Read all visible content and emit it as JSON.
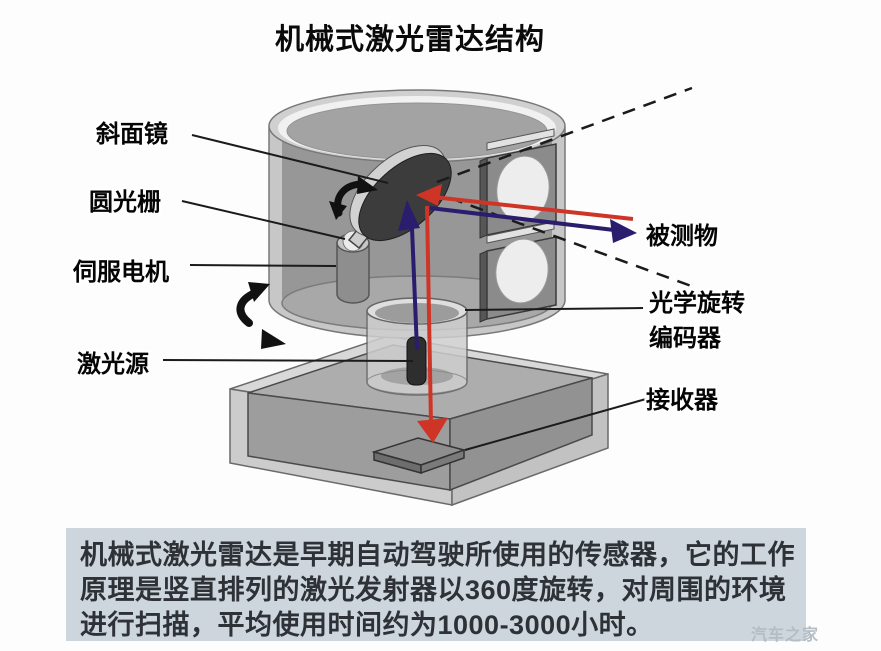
{
  "title": "机械式激光雷达结构",
  "diagram": {
    "labels": {
      "slant_mirror": "斜面镜",
      "circular_grating": "圆光栅",
      "servo_motor": "伺服电机",
      "laser_source": "激光源",
      "target_object": "被测物",
      "optical_encoder_line1": "光学旋转",
      "optical_encoder_line2": "编码器",
      "receiver": "接收器"
    },
    "colors": {
      "outgoing_beam_blue": "#2a1d6e",
      "return_beam_red": "#cf3527",
      "rotation_arrow_black": "#111111",
      "caption_background": "#ccd6dc"
    }
  },
  "caption": {
    "lines": [
      "机械式激光雷达是早期自动驾驶所使用的传感器，它的工作",
      "原理是竖直排列的激光发射器以360度旋转，对周围的环境",
      "进行扫描，平均使用时间约为1000-3000小时。"
    ]
  },
  "watermark": "汽车之家"
}
